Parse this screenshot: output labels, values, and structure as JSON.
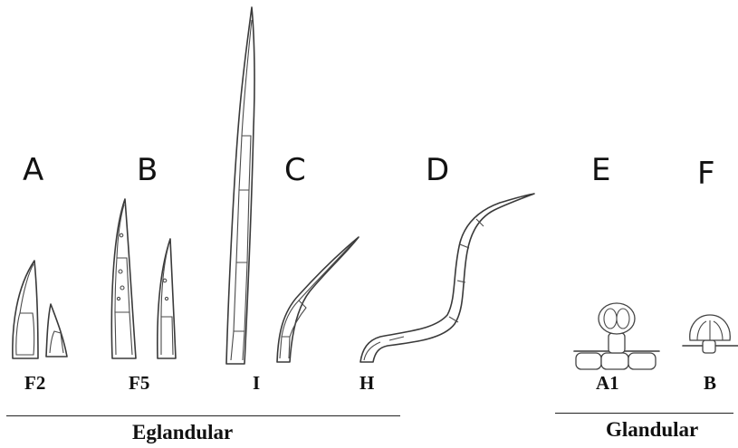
{
  "panels": {
    "a": "A",
    "b": "B",
    "c": "C",
    "d": "D",
    "e": "E",
    "f": "F"
  },
  "trichome_types": {
    "f2": "F2",
    "f5": "F5",
    "i": "I",
    "h": "H",
    "a1": "A1",
    "b": "B"
  },
  "groups": {
    "eglandular": "Eglandular",
    "glandular": "Glandular"
  }
}
